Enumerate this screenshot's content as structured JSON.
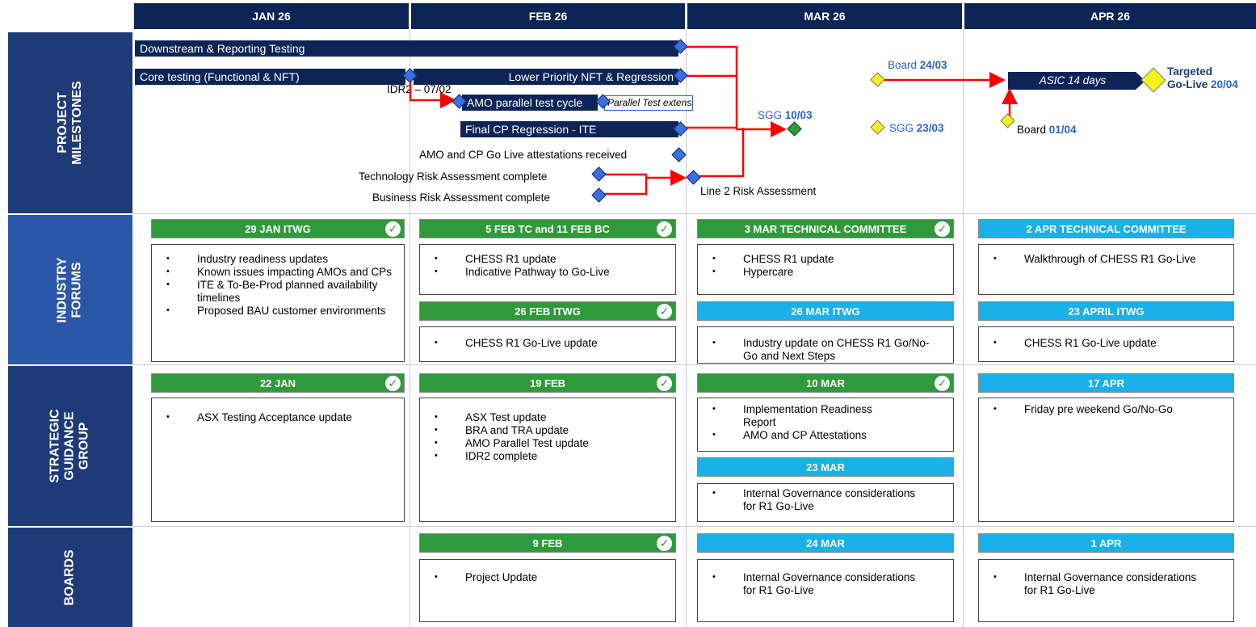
{
  "months": [
    "JAN 26",
    "FEB 26",
    "MAR 26",
    "APR 26"
  ],
  "rows": {
    "milestones": "PROJECT\nMILESTONES",
    "forums": "INDUSTRY\nFORUMS",
    "sgg": "STRATEGIC\nGUIDANCE\nGROUP",
    "boards": "BOARDS"
  },
  "milestones": {
    "downstream": "Downstream & Reporting Testing",
    "core": "Core testing (Functional & NFT)",
    "lower_priority": "Lower Priority NFT & Regression",
    "idr2": "IDR2 – 07/02",
    "amo_parallel": "AMO parallel test cycle",
    "parallel_ext": "Parallel Test extension",
    "final_cp": "Final CP Regression - ITE",
    "attestations": "AMO and CP Go Live attestations received",
    "tech_risk": "Technology Risk Assessment complete",
    "bus_risk": "Business Risk Assessment complete",
    "line2": "Line 2 Risk Assessment",
    "sgg1_prefix": "SGG ",
    "sgg1_date": "10/03",
    "sgg2_prefix": "SGG ",
    "sgg2_date": "23/03",
    "board1_prefix": "Board ",
    "board1_date": "24/03",
    "board2_prefix": "Board ",
    "board2_date": "01/04",
    "asic": "ASIC 14 days",
    "golive_l1": "Targeted",
    "golive_l2": "Go-Live ",
    "golive_date": "20/04"
  },
  "forums": {
    "jan": {
      "header": "29 JAN ITWG",
      "items": [
        "Industry readiness updates",
        "Known issues impacting AMOs and CPs",
        "ITE & To-Be-Prod planned availability timelines",
        "Proposed BAU customer environments"
      ]
    },
    "feb1": {
      "header": "5 FEB TC and 11 FEB BC",
      "items": [
        "CHESS R1 update",
        "Indicative Pathway to Go-Live"
      ]
    },
    "feb2": {
      "header": "26 FEB ITWG",
      "items": [
        "CHESS R1 Go-Live update"
      ]
    },
    "mar1": {
      "header": "3 MAR TECHNICAL COMMITTEE",
      "items": [
        "CHESS R1 update",
        "Hypercare"
      ]
    },
    "mar2": {
      "header": "26 MAR ITWG",
      "items": [
        "Industry update on CHESS R1 Go/No-Go and Next Steps"
      ]
    },
    "apr1": {
      "header": "2 APR TECHNICAL COMMITTEE",
      "items": [
        "Walkthrough of CHESS R1 Go-Live"
      ]
    },
    "apr2": {
      "header": "23 APRIL ITWG",
      "items": [
        "CHESS R1 Go-Live update"
      ]
    }
  },
  "sgg": {
    "jan": {
      "header": "22 JAN",
      "items": [
        "ASX Testing Acceptance update"
      ]
    },
    "feb": {
      "header": "19 FEB",
      "items": [
        "ASX Test update",
        "BRA and TRA update",
        "AMO Parallel Test update",
        "IDR2 complete"
      ]
    },
    "mar1": {
      "header": "10 MAR",
      "items": [
        "Implementation Readiness Report",
        "AMO and CP Attestations"
      ]
    },
    "mar2": {
      "header": "23 MAR",
      "items": [
        "Internal Governance considerations for R1 Go-Live"
      ]
    },
    "apr": {
      "header": "17 APR",
      "items": [
        "Friday pre weekend Go/No-Go"
      ]
    }
  },
  "boards": {
    "feb": {
      "header": "9 FEB",
      "items": [
        "Project Update"
      ]
    },
    "mar": {
      "header": "24 MAR",
      "items": [
        "Internal Governance considerations for R1 Go-Live"
      ]
    },
    "apr": {
      "header": "1 APR",
      "items": [
        "Internal Governance considerations for R1 Go-Live"
      ]
    }
  },
  "check_glyph": "✓",
  "colors": {
    "navy": "#0d2456",
    "row_label": "#1f3b77",
    "green": "#2f9a3a",
    "light_blue": "#1ab0ea",
    "arrow_red": "#ff0000",
    "diamond_blue": "#3a6fe0",
    "diamond_yellow": "#f3f31a",
    "date_blue": "#2e62c9"
  }
}
